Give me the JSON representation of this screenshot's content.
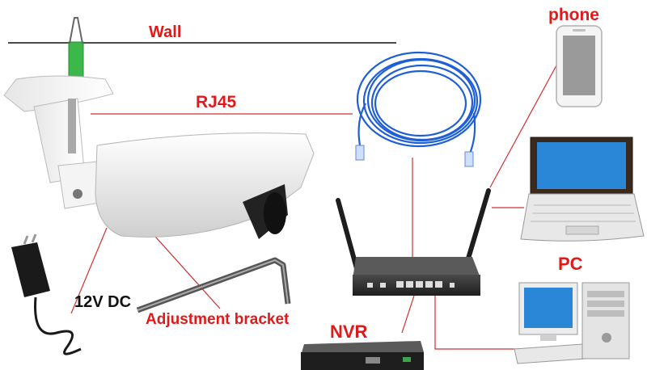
{
  "labels": {
    "wall": "Wall",
    "rj45": "RJ45",
    "phone": "phone",
    "pc": "PC",
    "nvr": "NVR",
    "power": "12V DC",
    "bracket": "Adjustment bracket"
  },
  "colors": {
    "label_red": "#e01a1a",
    "label_black": "#111111",
    "connector_line": "#d03030",
    "cable_blue": "#1f5fd6",
    "camera_body": "#f2f2f2",
    "router_body": "#333333",
    "screen_blue": "#2a86d6"
  },
  "icons": [
    "bullet-camera-icon",
    "wall-anchor-icon",
    "ethernet-cable-icon",
    "router-icon",
    "smartphone-icon",
    "laptop-icon",
    "desktop-pc-icon",
    "nvr-recorder-icon",
    "power-adapter-icon",
    "hex-key-icon"
  ]
}
